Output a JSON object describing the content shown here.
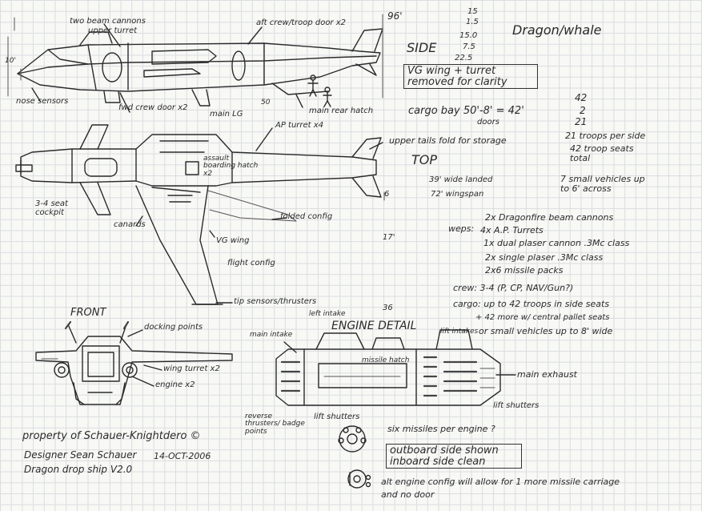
{
  "header": {
    "title": "Dragon/whale",
    "side_label": "SIDE",
    "top_label": "TOP",
    "front_label": "FRONT",
    "engine_label": "ENGINE DETAIL"
  },
  "dimensions": {
    "height_10": "10'",
    "length_96": "96'",
    "mark_50": "50",
    "mark_6": "6",
    "mark_17": "17'",
    "mark_36": "36"
  },
  "side_notes": {
    "beam_cannons": "two beam cannons",
    "upper_turret": "upper turret",
    "aft_crew_door": "aft crew/troop door x2",
    "nose_sensors": "nose sensors",
    "fwd_crew_door": "fwd crew door x2",
    "main_lg": "main LG",
    "main_rear_hatch": "main rear hatch",
    "vg_wing_removed": "VG wing + turret removed for clarity"
  },
  "calc": {
    "l1": "15",
    "l2": "1.5",
    "l3": "15.0",
    "l4": "7.5",
    "l5": "22.5",
    "cargo_bay": "cargo bay 50'-8' = 42'",
    "doors": "doors",
    "n1": "42",
    "n2": "2",
    "n3": "21",
    "troops_per_side": "21 troops per side",
    "troop_seats": "42 troop seats total",
    "small_vehicles": "7 small vehicles up to 6' across"
  },
  "top_notes": {
    "ap_turret": "AP turret x4",
    "tails_fold": "upper tails fold for storage",
    "wide_landed": "39' wide landed",
    "wingspan": "72' wingspan",
    "assault_hatch": "assault boarding hatch x2",
    "seat_cockpit": "3-4 seat cockpit",
    "canards": "canards",
    "folded_config": "folded config",
    "vg_wing": "VG wing",
    "flight_config": "flight config",
    "tip_sensors": "tip sensors/thrusters"
  },
  "specs": {
    "weapons_label": "weps:",
    "w1": "2x Dragonfire beam cannons",
    "w2": "4x A.P. Turrets",
    "w3": "1x dual plaser cannon .3Mc class",
    "w4": "2x single plaser .3Mc class",
    "w5": "2x6 missile packs",
    "crew": "crew: 3-4 (P, CP, NAV/Gun?)",
    "cargo1": "cargo: up to 42 troops in side seats",
    "cargo2": "+ 42 more w/ central pallet seats",
    "cargo3": "or small vehicles up to 8' wide"
  },
  "front_notes": {
    "docking_points": "docking points",
    "wing_turret": "wing turret x2",
    "engine_x2": "engine x2"
  },
  "engine_notes": {
    "main_intake": "main intake",
    "left_intake": "left intake",
    "missile_hatch": "missile hatch",
    "lift_intakes": "lift intakes",
    "main_exhaust": "main exhaust",
    "lift_shutters_r": "lift shutters",
    "lift_shutters_l": "lift shutters",
    "reverse_thrusters": "reverse thrusters/ badge points",
    "six_missiles": "six missiles per engine ?",
    "outboard": "outboard side shown",
    "inboard": "inboard side clean",
    "alt_engine": "alt engine config will allow for 1 more missile carriage",
    "and_no_door": "and no door"
  },
  "credits": {
    "property": "property of Schauer-Knightdero ©",
    "designer": "Designer Sean Schauer",
    "date": "14-OCT-2006",
    "model": "Dragon drop ship V2.0"
  }
}
